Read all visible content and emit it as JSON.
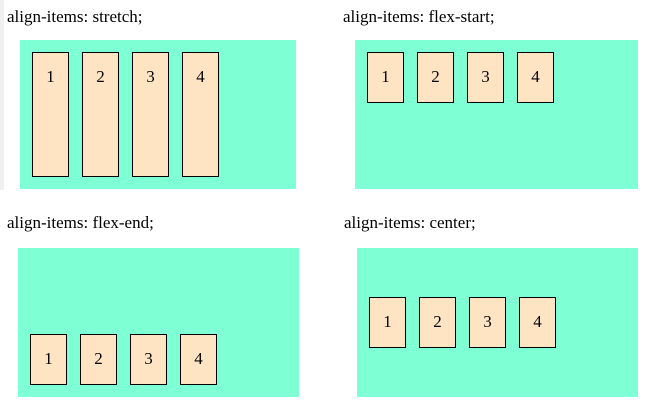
{
  "panels": [
    {
      "title": "align-items: stretch;",
      "items": [
        "1",
        "2",
        "3",
        "4"
      ],
      "container_color": "#7fffd4",
      "item_color": "#ffe4c4"
    },
    {
      "title": "align-items: flex-start;",
      "items": [
        "1",
        "2",
        "3",
        "4"
      ],
      "container_color": "#7fffd4",
      "item_color": "#ffe4c4"
    },
    {
      "title": "align-items: flex-end;",
      "items": [
        "1",
        "2",
        "3",
        "4"
      ],
      "container_color": "#7fffd4",
      "item_color": "#ffe4c4"
    },
    {
      "title": "align-items: center;",
      "items": [
        "1",
        "2",
        "3",
        "4"
      ],
      "container_color": "#7fffd4",
      "item_color": "#ffe4c4"
    }
  ]
}
